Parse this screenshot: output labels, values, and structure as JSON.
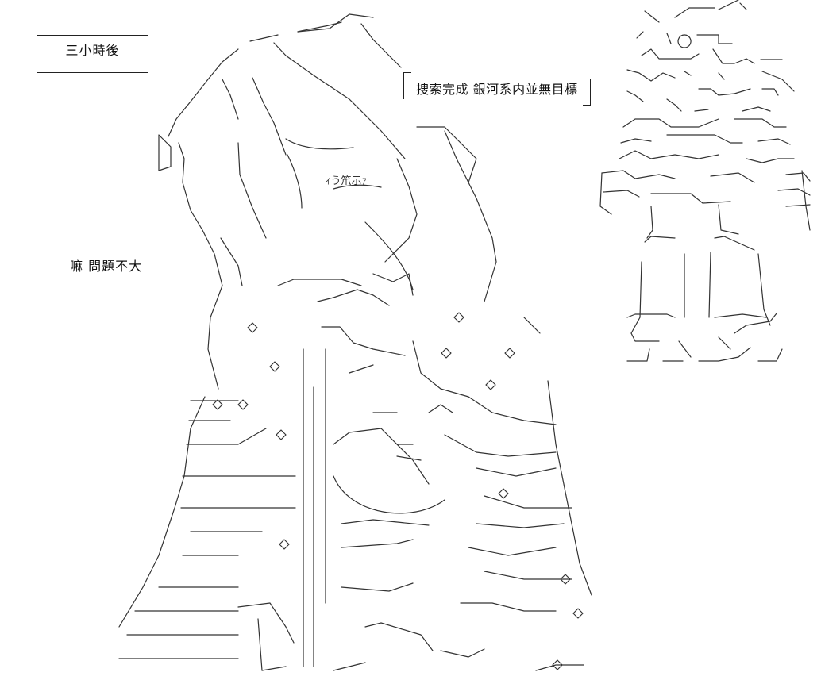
{
  "caption": "三小時後",
  "note": "嘛 問題不大",
  "dialog": "捜索完成 銀河系内並無目標",
  "art_label": "ｨう笊示ｧ"
}
